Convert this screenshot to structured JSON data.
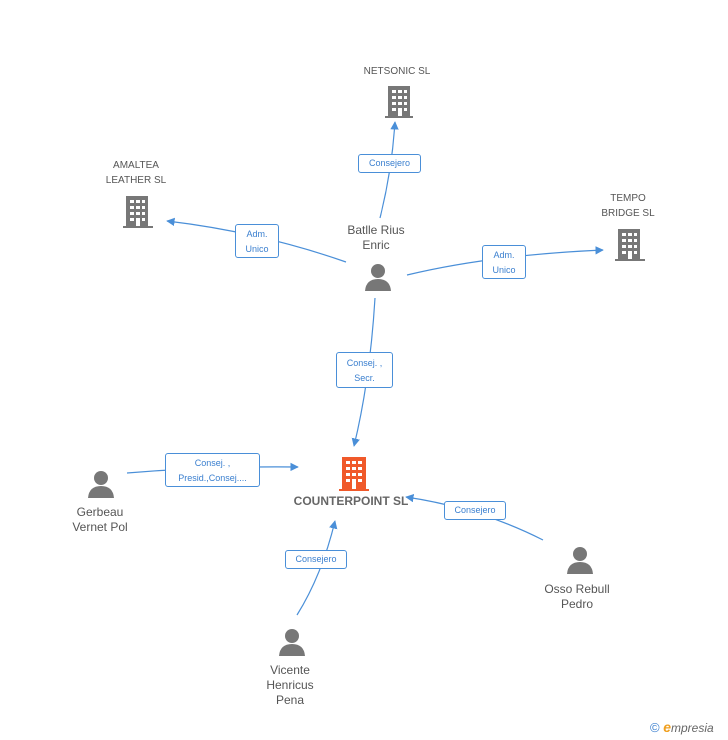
{
  "nodes": {
    "netsonic": {
      "label": "NETSONIC SL",
      "type": "company"
    },
    "amaltea": {
      "label": "AMALTEA\nLEATHER SL",
      "type": "company"
    },
    "tempo": {
      "label": "TEMPO\nBRIDGE SL",
      "type": "company"
    },
    "counterpoint": {
      "label": "COUNTERPOINT SL",
      "type": "company-main"
    },
    "batlle": {
      "label": "Batlle Rius\nEnric",
      "type": "person"
    },
    "gerbeau": {
      "label": "Gerbeau\nVernet Pol",
      "type": "person"
    },
    "osso": {
      "label": "Osso Rebull\nPedro",
      "type": "person"
    },
    "vicente": {
      "label": "Vicente\nHenricus\nPena",
      "type": "person"
    }
  },
  "edges": [
    {
      "id": "batlle-netsonic",
      "label": "Consejero"
    },
    {
      "id": "batlle-amaltea",
      "label": "Adm.\nUnico"
    },
    {
      "id": "batlle-tempo",
      "label": "Adm.\nUnico"
    },
    {
      "id": "batlle-counterpoint",
      "label": "Consej. ,\nSecr."
    },
    {
      "id": "gerbeau-counterpoint",
      "label": "Consej. ,\nPresid.,Consej...."
    },
    {
      "id": "osso-counterpoint",
      "label": "Consejero"
    },
    {
      "id": "vicente-counterpoint",
      "label": "Consejero"
    }
  ],
  "colors": {
    "edge": "#4a8fd8",
    "company": "#777777",
    "main_company": "#f0592a",
    "person": "#777777"
  },
  "footer": {
    "copyright": "©",
    "brand_initial": "e",
    "brand_rest": "mpresia"
  }
}
